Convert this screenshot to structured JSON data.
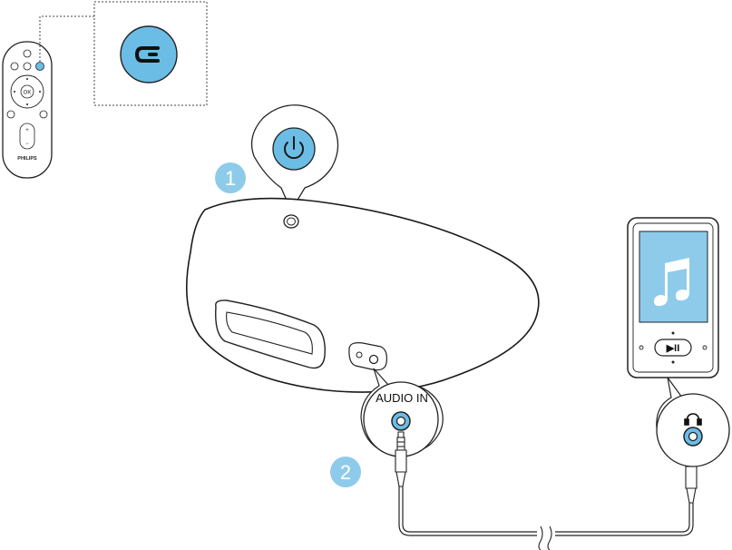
{
  "remote": {
    "brand": "PHILIPS",
    "center_button": "OK",
    "volume_plus": "+",
    "volume_minus": "−"
  },
  "steps": [
    {
      "number": "1"
    },
    {
      "number": "2"
    }
  ],
  "speaker": {
    "audio_in_label": "AUDIO IN"
  },
  "player": {
    "play_pause_label": "▶II"
  },
  "colors": {
    "accent_blue": "#6bbde6",
    "step_blue": "#8ecbea",
    "line": "#222222"
  },
  "icons": {
    "source": "aux-source-icon",
    "power": "power-icon",
    "music": "music-note-icon",
    "headphones": "headphone-icon"
  }
}
